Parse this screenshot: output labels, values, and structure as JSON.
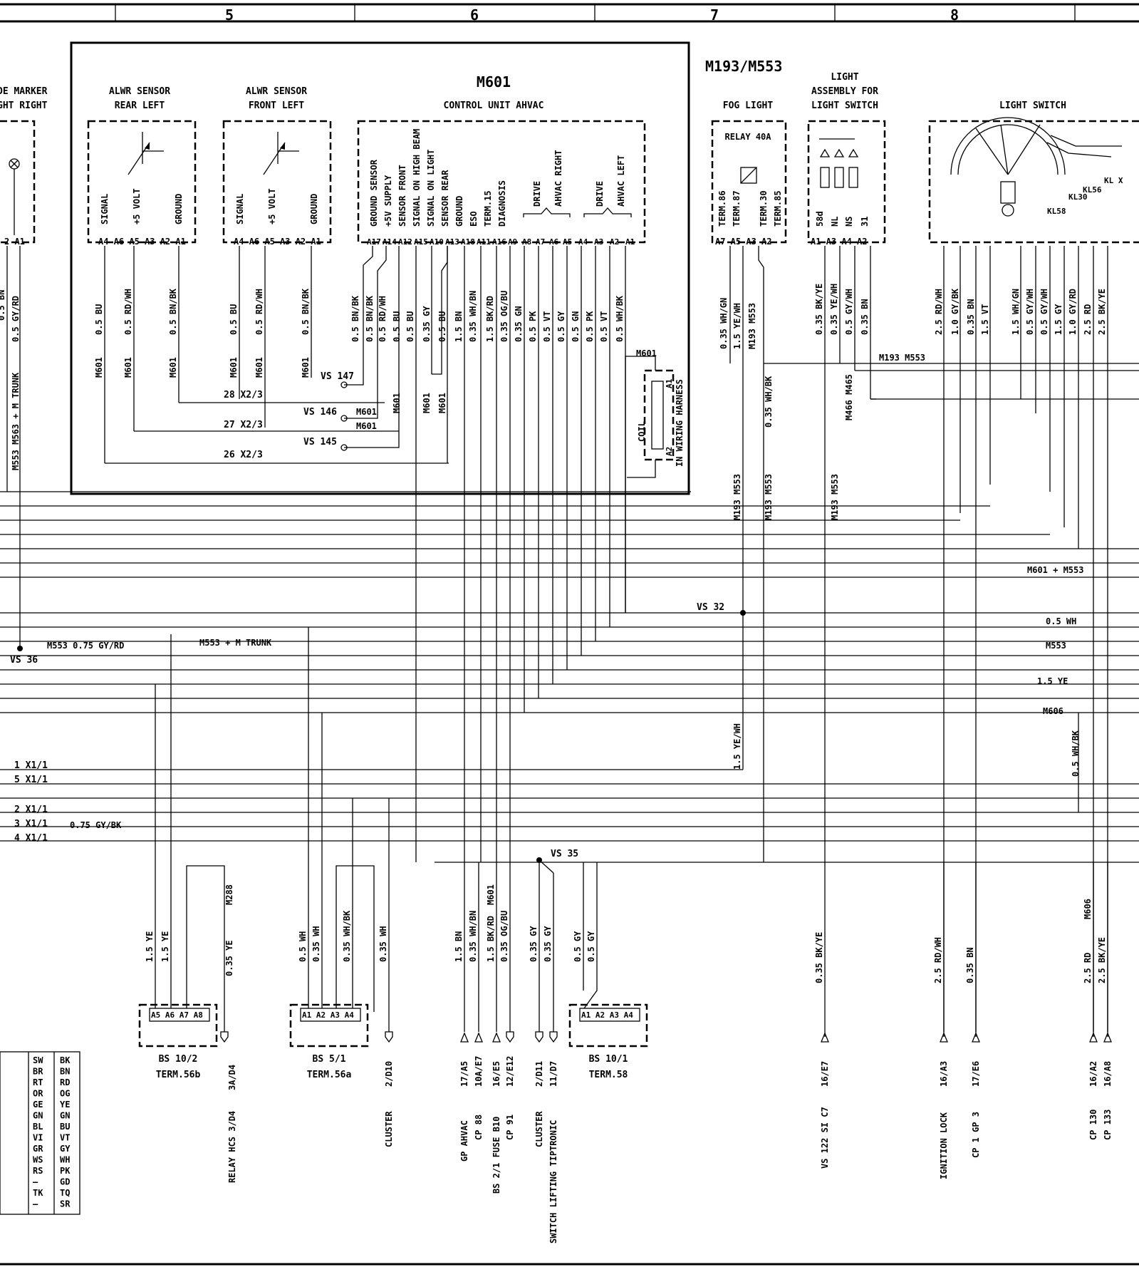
{
  "grid_columns": [
    "5",
    "6",
    "7",
    "8"
  ],
  "components": {
    "side_marker": {
      "title_line1": "DE MARKER",
      "title_line2": "GHT RIGHT",
      "pins": "2 A1"
    },
    "alwr_rear": {
      "title_line1": "ALWR SENSOR",
      "title_line2": "REAR LEFT",
      "pin_labels": [
        "SIGNAL",
        "+5 VOLT",
        "GROUND"
      ],
      "pins": "A4 A6 A5 A3 A2 A1"
    },
    "alwr_front": {
      "title_line1": "ALWR SENSOR",
      "title_line2": "FRONT LEFT",
      "pin_labels": [
        "SIGNAL",
        "+5 VOLT",
        "GROUND"
      ],
      "pins": "A4 A6 A5 A3 A2 A1"
    },
    "m601": {
      "name": "M601",
      "subtitle": "CONTROL UNIT AHVAC",
      "pin_labels": [
        "GROUND SENSOR",
        "+5V SUPPLY",
        "SENSOR FRONT",
        "SIGNAL ON HIGH BEAM",
        "SIGNAL ON LIGHT",
        "SENSOR REAR",
        "GROUND",
        "ESO",
        "TERM.15",
        "DIAGNOSIS",
        "DRIVE",
        "AHVAC RIGHT",
        "DRIVE",
        "AHVAC LEFT"
      ],
      "pins": [
        "A17",
        "A14",
        "A12",
        "A15",
        "A10",
        "A13",
        "A18",
        "A11",
        "A16",
        "A9",
        "A8",
        "A7",
        "A6",
        "A5",
        "A4",
        "A3",
        "A2",
        "A1"
      ],
      "coil_label": "COIL",
      "coil_note": "IN WIRING HARNESS",
      "coil_pins": [
        "A1",
        "A2"
      ],
      "coil_ref": "M601"
    },
    "m193": {
      "name": "M193/M553"
    },
    "fog_light": {
      "title": "FOG LIGHT",
      "relay": "RELAY 40A",
      "pin_labels": [
        "TERM.86",
        "TERM.87",
        "TERM.30",
        "TERM.85"
      ],
      "pins": "A7 A5 A3 A2"
    },
    "light_assembly": {
      "title_line1": "LIGHT",
      "title_line2": "ASSEMBLY FOR",
      "title_line3": "LIGHT SWITCH",
      "pin_labels": [
        "58d",
        "NL",
        "NS",
        "31"
      ],
      "pins": "A1 A3 A4 A2"
    },
    "light_switch": {
      "title": "LIGHT SWITCH",
      "internal_labels": [
        "KL X",
        "KL56",
        "KL58",
        "KL30"
      ]
    }
  },
  "wires": {
    "rear_sensor": [
      "0.5 BU",
      "0.5 RD/WH",
      "0.5 BN/BK"
    ],
    "front_sensor": [
      "0.5 BU",
      "0.5 RD/WH",
      "0.5 BN/BK"
    ],
    "m601_wires": [
      "0.5 BN/BK",
      "0.5 BN/BK",
      "0.5 RD/WH",
      "0.5 BU",
      "0.5 BU",
      "0.35 GY",
      "0.5 BU",
      "1.5 BN",
      "0.35 WH/BN",
      "1.5 BK/RD",
      "0.35 OG/BU",
      "0.35 GN",
      "0.5 PK",
      "0.5 VT",
      "0.5 GY",
      "0.5 GN",
      "0.5 PK",
      "0.5 VT",
      "0.5 WH/BK"
    ],
    "left_wire": [
      "0.5 BN",
      "0.5 GY/RD"
    ],
    "left_trunk": "M553 M563 + M TRUNK",
    "fog_wires": [
      "0.35 WH/GN",
      "1.5 YE/WH",
      "M193 M553"
    ],
    "assembly_wires": [
      "0.35 BK/YE",
      "0.35 YE/WH",
      "0.5 GY/WH",
      "0.35 BN"
    ],
    "switch_wires": [
      "2.5 RD/WH",
      "1.0 GY/BK",
      "0.35 BN",
      "1.5 VT",
      "1.5 WH/GN",
      "0.5 GY/WH",
      "0.5 GY/WH",
      "1.5 GY",
      "1.0 GY/RD",
      "2.5 RD",
      "2.5 BK/YE"
    ]
  },
  "connectors": {
    "c28": "28 X2/3",
    "c27": "27 X2/3",
    "c26": "26 X2/3",
    "vs147": "VS 147",
    "vs146": "VS 146",
    "vs145": "VS 145",
    "vs32": "VS 32",
    "vs36": "VS 36",
    "vs35": "VS 35",
    "x1_1": "1 X1/1",
    "x1_5": "5 X1/1",
    "x1_2": "2 X1/1",
    "x1_3": "3 X1/1",
    "x1_4": "4 X1/1"
  },
  "refs": {
    "m601_a": "M601",
    "m601_b": "M601",
    "m601_v1": "M601",
    "m601_v2": "M601",
    "m601_v3": "M601",
    "m193_m553": "M193 M553",
    "m466_m465": "M466 M465",
    "m193_v1": "M193 M553",
    "m193_v2": "M193 M553",
    "m193_v3": "M193 M553",
    "m553_075": "M553 0.75 GY/RD",
    "m553_trunk": "M553 + M TRUNK",
    "m601_m553": "M601 + M553",
    "w05wh": "0.5 WH",
    "m553": "M553",
    "w15ye": "1.5 YE",
    "m606": "M606",
    "w15yewh": "1.5 YE/WH",
    "w035whbk": "0.35 WH/BK",
    "w05whbk": "0.5 WH/BK",
    "w075gybk": "0.75 GY/BK",
    "m288": "M288",
    "m606b": "M606",
    "m601c": "M601"
  },
  "lower_wires": [
    "1.5 YE",
    "1.5 YE",
    "0.35 YE",
    "0.5 WH",
    "0.35 WH",
    "0.35 WH/BK",
    "0.35 WH",
    "1.5 BN",
    "0.35 WH/BN",
    "1.5 BK/RD",
    "0.35 OG/BU",
    "0.35 GY",
    "0.35 GY",
    "0.5 GY",
    "0.5 GY",
    "0.35 BK/YE",
    "2.5 RD/WH",
    "0.35 BN",
    "2.5 RD",
    "2.5 BK/YE"
  ],
  "bottom_blocks": [
    {
      "name": "BS 10/2",
      "sub": "TERM.56b",
      "pins": "A5 A6 A7 A8"
    },
    {
      "name": "BS 5/1",
      "sub": "TERM.56a",
      "pins": "A1 A2 A3 A4"
    },
    {
      "name": "BS 10/1",
      "sub": "TERM.58",
      "pins": "A1 A2 A3 A4"
    }
  ],
  "terminals": [
    {
      "ref": "3A/D4",
      "label": "RELAY HCS 3/D4"
    },
    {
      "ref": "2/D10",
      "label": "CLUSTER"
    },
    {
      "ref": "17/A5",
      "label": "GP AHVAC"
    },
    {
      "ref": "10A/E7",
      "label": "CP 88"
    },
    {
      "ref": "16/E5",
      "label": "BS 2/1 FUSE B10"
    },
    {
      "ref": "12/E12",
      "label": "CP 91"
    },
    {
      "ref": "2/D11",
      "label": "CLUSTER"
    },
    {
      "ref": "11/D7",
      "label": "SWITCH LIFTING TIPTRONIC"
    },
    {
      "ref": "16/E7",
      "label": "VS 122 SI C7"
    },
    {
      "ref": "16/A3",
      "label": "IGNITION LOCK"
    },
    {
      "ref": "17/E6",
      "label": "CP 1 GP 3"
    },
    {
      "ref": "16/A2",
      "label": "CP 130"
    },
    {
      "ref": "16/A8",
      "label": "CP 133"
    }
  ],
  "color_legend": {
    "german": [
      "SW",
      "BR",
      "RT",
      "OR",
      "GE",
      "GN",
      "BL",
      "VI",
      "GR",
      "WS",
      "RS",
      "—",
      "TK",
      "—"
    ],
    "english": [
      "BK",
      "BN",
      "RD",
      "OG",
      "YE",
      "GN",
      "BU",
      "VT",
      "GY",
      "WH",
      "PK",
      "GD",
      "TQ",
      "SR"
    ]
  }
}
